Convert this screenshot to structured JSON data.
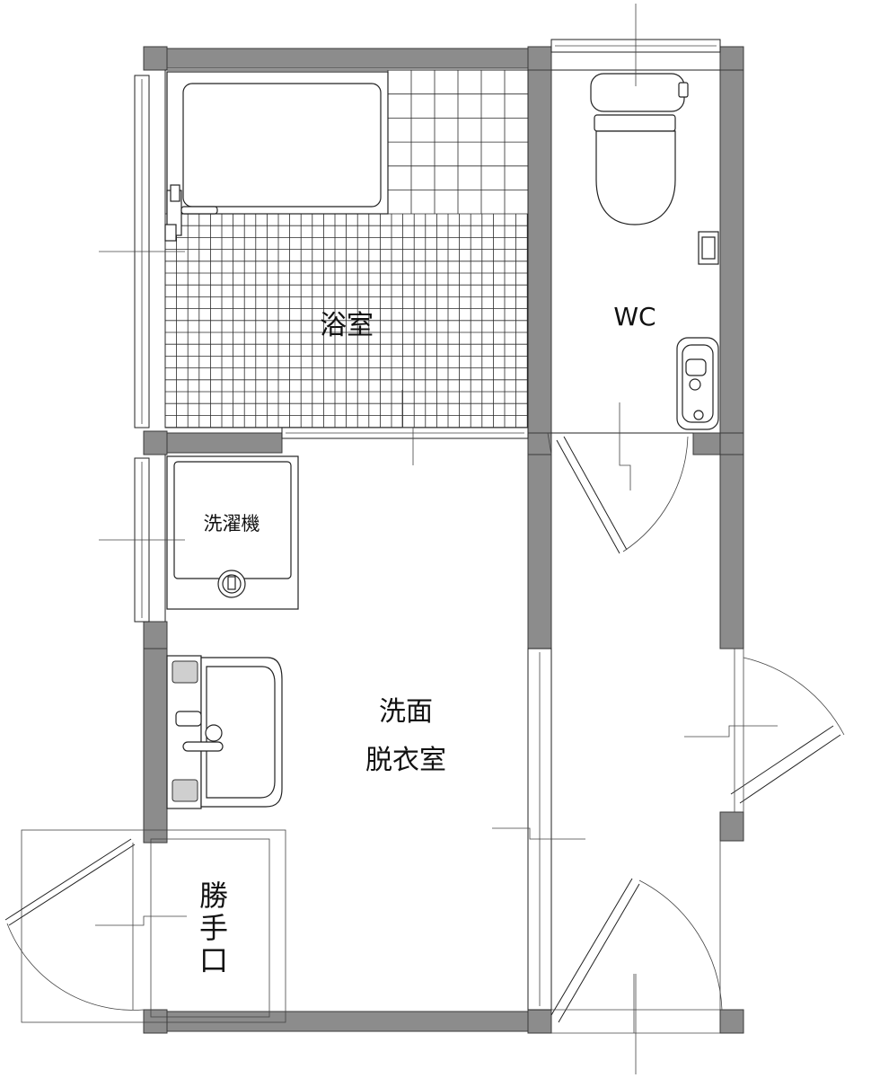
{
  "rooms": {
    "bathroom": "浴室",
    "wc": "WC",
    "washer": "洗濯機",
    "washroom_line1": "洗面",
    "washroom_line2": "脱衣室",
    "back_entrance": [
      "勝",
      "手",
      "口"
    ]
  },
  "colors": {
    "wall_fill": "#8c8c8c",
    "line": "#222222",
    "background": "#ffffff"
  }
}
